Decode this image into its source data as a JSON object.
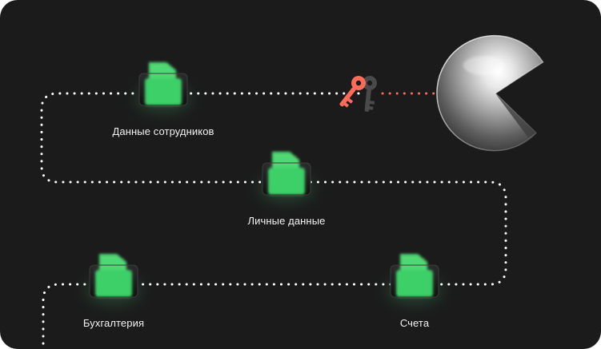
{
  "folders": [
    {
      "label": "Данные сотрудников",
      "icon": "folder-icon"
    },
    {
      "label": "Личные данные",
      "icon": "folder-icon"
    },
    {
      "label": "Бухгалтерия",
      "icon": "folder-icon"
    },
    {
      "label": "Счета",
      "icon": "folder-icon"
    }
  ],
  "colors": {
    "background": "#1b1b1c",
    "path_dots": "#ffffff",
    "attack_dots": "#ff6b5b",
    "folder_green": "#4fd873",
    "key_red": "#ff6b5b",
    "key_gray": "#5c5c5c"
  },
  "icons": [
    "pacman-icon",
    "key-icon",
    "key-icon"
  ]
}
